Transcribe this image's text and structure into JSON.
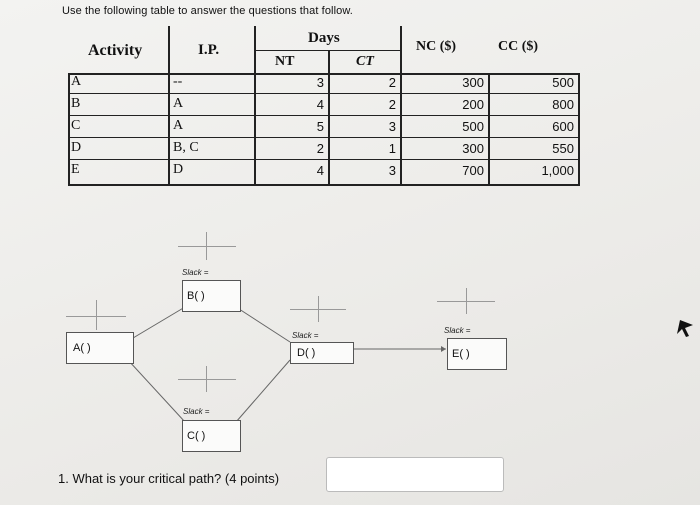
{
  "instructions": "Use the following table to answer the questions that follow.",
  "table": {
    "headers": {
      "activity": "Activity",
      "ip": "I.P.",
      "days": "Days",
      "nt": "NT",
      "ct": "CT",
      "nc": "NC ($)",
      "cc": "CC ($)"
    },
    "rows": [
      {
        "activity": "A",
        "ip": "--",
        "nt": "3",
        "ct": "2",
        "nc": "300",
        "cc": "500"
      },
      {
        "activity": "B",
        "ip": "A",
        "nt": "4",
        "ct": "2",
        "nc": "200",
        "cc": "800"
      },
      {
        "activity": "C",
        "ip": "A",
        "nt": "5",
        "ct": "3",
        "nc": "500",
        "cc": "600"
      },
      {
        "activity": "D",
        "ip": "B, C",
        "nt": "2",
        "ct": "1",
        "nc": "300",
        "cc": "550"
      },
      {
        "activity": "E",
        "ip": "D",
        "nt": "4",
        "ct": "3",
        "nc": "700",
        "cc": "1,000"
      }
    ]
  },
  "network": {
    "slack_label": "Slack =",
    "nodes": {
      "a": "A(    )",
      "b": "B(    )",
      "c": "C(    )",
      "d": "D(    )",
      "e": "E(    )"
    }
  },
  "question": {
    "text": "1. What is your critical path? (4 points)",
    "answer_value": ""
  }
}
